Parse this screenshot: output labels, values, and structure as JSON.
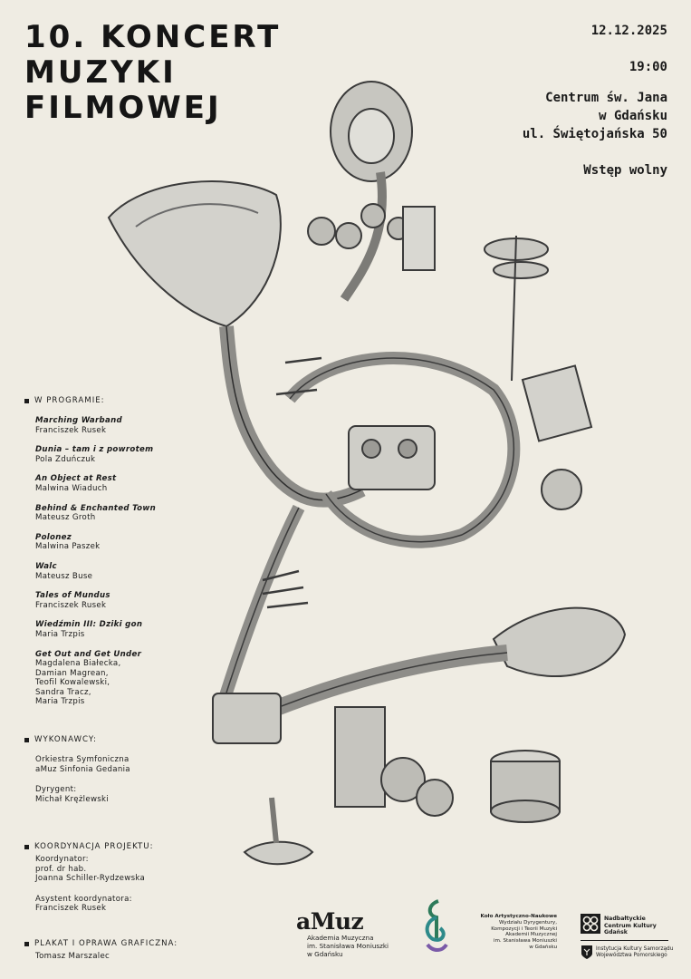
{
  "title_lines": [
    "10. KONCERT",
    "MUZYKI",
    "FILMOWEJ"
  ],
  "info": {
    "date": "12.12.2025",
    "time": "19:00",
    "venue_lines": [
      "Centrum św. Jana",
      "w Gdańsku",
      "ul. Świętojańska 50"
    ],
    "admission": "Wstęp wolny"
  },
  "program": {
    "heading": "W PROGRAMIE:",
    "items": [
      {
        "title": "Marching Warband",
        "composer": "Franciszek Rusek"
      },
      {
        "title": "Dunia – tam i z powrotem",
        "composer": "Pola Zduńczuk"
      },
      {
        "title": "An Object at Rest",
        "composer": "Malwina Wiaduch"
      },
      {
        "title": "Behind & Enchanted Town",
        "composer": "Mateusz Groth"
      },
      {
        "title": "Polonez",
        "composer": "Malwina Paszek"
      },
      {
        "title": "Walc",
        "composer": "Mateusz Buse"
      },
      {
        "title": "Tales of Mundus",
        "composer": "Franciszek Rusek"
      },
      {
        "title": "Wiedźmin III: Dziki gon",
        "composer": "Maria Trzpis"
      }
    ],
    "last_item": {
      "title": "Get Out and Get Under",
      "composers": [
        "Magdalena Białecka,",
        "Damian Magrean,",
        "Teofil Kowalewski,",
        "Sandra Tracz,",
        "Maria Trzpis"
      ]
    }
  },
  "performers": {
    "heading": "WYKONAWCY:",
    "orchestra": [
      "Orkiestra Symfoniczna",
      "aMuz Sinfonia Gedania"
    ],
    "conductor_label": "Dyrygent:",
    "conductor": "Michał Krężlewski"
  },
  "coordination": {
    "heading": "KOORDYNACJA PROJEKTU:",
    "coordinator_label": "Koordynator:",
    "coordinator": [
      "prof. dr hab.",
      "Joanna Schiller-Rydzewska"
    ],
    "assistant_label": "Asystent koordynatora:",
    "assistant": "Franciszek Rusek"
  },
  "poster": {
    "heading": "PLAKAT I OPRAWA GRAFICZNA:",
    "author": "Tomasz Marszalec"
  },
  "logos": {
    "amuz": {
      "mark": "aMuz",
      "lines": [
        "Akademia Muzyczna",
        "im. Stanisława Moniuszki",
        "w Gdańsku"
      ]
    },
    "kolo": {
      "bold": "Koło Artystyczno-Naukowe",
      "lines": [
        "Wydziału Dyrygentury,",
        "Kompozycji i Teorii Muzyki",
        "Akademii Muzycznej",
        "im. Stanisława Moniuszki",
        "w Gdańsku"
      ]
    },
    "ncko": {
      "lines": [
        "Nadbałtyckie",
        "Centrum Kultury",
        "Gdańsk"
      ]
    },
    "pomorskie": {
      "lines": [
        "Instytucja Kultury Samorządu",
        "Województwa Pomorskiego"
      ]
    }
  },
  "colors": {
    "background": "#efece3",
    "ink": "#1b1b1b",
    "shade": "#c9c8c2"
  },
  "icons": [
    "instrument-illustration",
    "music-logo-icon",
    "ncko-logo-icon",
    "pomorskie-crest-icon"
  ]
}
